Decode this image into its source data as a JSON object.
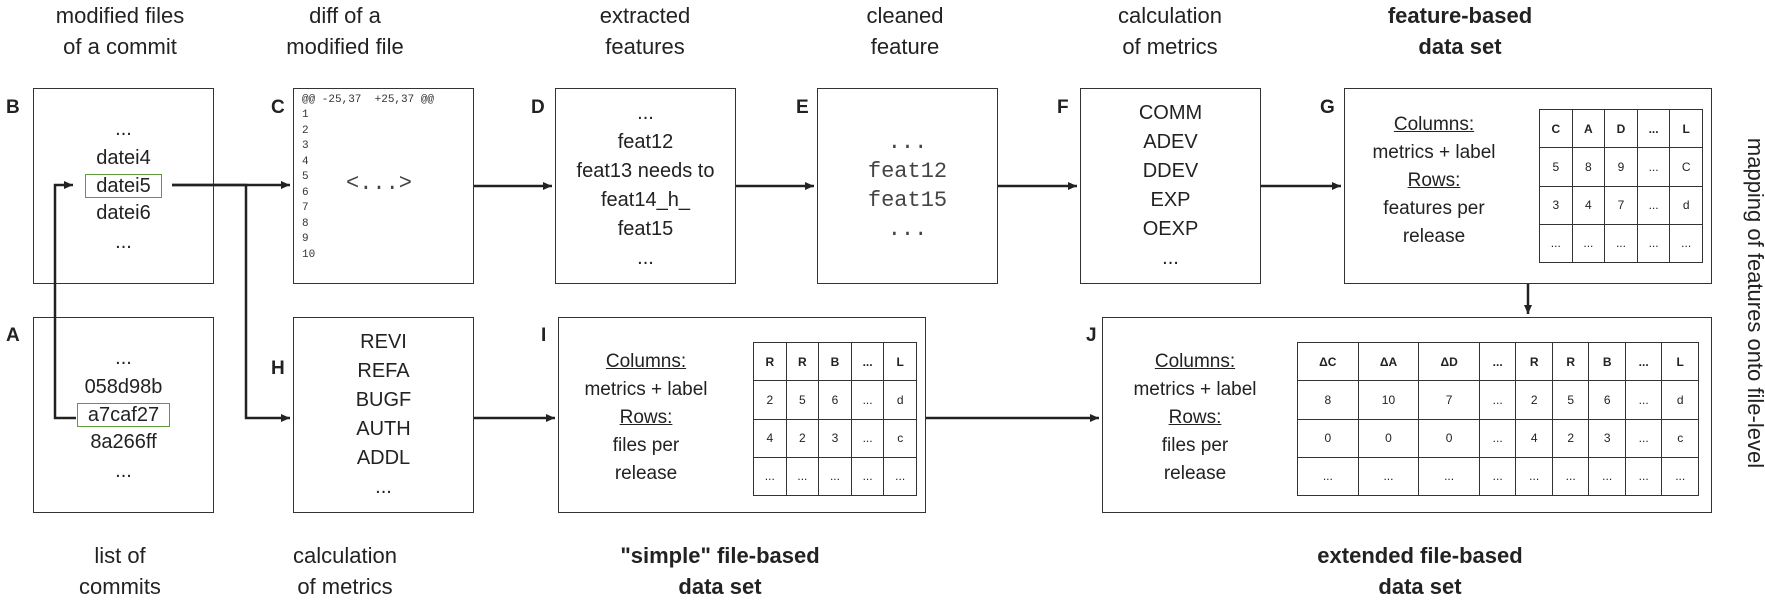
{
  "titles": {
    "b": [
      "modified files",
      "of a commit"
    ],
    "c": [
      "diff of a",
      "modified file"
    ],
    "d": [
      "extracted",
      "features"
    ],
    "e": [
      "cleaned",
      "feature"
    ],
    "f": [
      "calculation",
      "of metrics"
    ],
    "g": [
      "feature-based",
      "data set"
    ],
    "a": [
      "list of",
      "commits"
    ],
    "h": [
      "calculation",
      "of metrics"
    ],
    "i": [
      "\"simple\" file-based",
      "data set"
    ],
    "j": [
      "extended file-based",
      "data set"
    ]
  },
  "letters": {
    "a": "A",
    "b": "B",
    "c": "C",
    "d": "D",
    "e": "E",
    "f": "F",
    "g": "G",
    "h": "H",
    "i": "I",
    "j": "J"
  },
  "box_b": [
    "...",
    "datei4",
    "datei5",
    "datei6",
    "..."
  ],
  "box_a": [
    "...",
    "058d98b",
    "a7caf27",
    "8a266ff",
    "..."
  ],
  "box_c": {
    "header": "@@ -25,37  +25,37 @@",
    "lines": [
      "1",
      "2",
      "3",
      "4",
      "5",
      "6",
      "7",
      "8",
      "9",
      "10"
    ],
    "middle": "<...>"
  },
  "box_d": [
    "...",
    "feat12",
    "feat13 needs to",
    "feat14_h_",
    "feat15",
    "..."
  ],
  "box_e": [
    "...",
    "feat12",
    "feat15",
    "..."
  ],
  "box_f": [
    "COMM",
    "ADEV",
    "DDEV",
    "EXP",
    "OEXP",
    "..."
  ],
  "box_h": [
    "REVI",
    "REFA",
    "BUGF",
    "AUTH",
    "ADDL",
    "..."
  ],
  "desc_g": {
    "columns": "Columns:",
    "columns_val": "metrics + label",
    "rows": "Rows:",
    "rows_val": [
      "features per",
      "release"
    ]
  },
  "desc_i": {
    "columns": "Columns:",
    "columns_val": "metrics + label",
    "rows": "Rows:",
    "rows_val": [
      "files per",
      "release"
    ]
  },
  "desc_j": {
    "columns": "Columns:",
    "columns_val": "metrics + label",
    "rows": "Rows:",
    "rows_val": [
      "files per",
      "release"
    ]
  },
  "table_g": [
    [
      "C",
      "A",
      "D",
      "...",
      "L"
    ],
    [
      "5",
      "8",
      "9",
      "...",
      "C"
    ],
    [
      "3",
      "4",
      "7",
      "...",
      "d"
    ],
    [
      "...",
      "...",
      "...",
      "...",
      "..."
    ]
  ],
  "table_i": [
    [
      "R",
      "R",
      "B",
      "...",
      "L"
    ],
    [
      "2",
      "5",
      "6",
      "...",
      "d"
    ],
    [
      "4",
      "2",
      "3",
      "...",
      "c"
    ],
    [
      "...",
      "...",
      "...",
      "...",
      "..."
    ]
  ],
  "table_j": [
    [
      "ΔC",
      "ΔA",
      "ΔD",
      "...",
      "R",
      "R",
      "B",
      "...",
      "L"
    ],
    [
      "8",
      "10",
      "7",
      "...",
      "2",
      "5",
      "6",
      "...",
      "d"
    ],
    [
      "0",
      "0",
      "0",
      "...",
      "4",
      "2",
      "3",
      "...",
      "c"
    ],
    [
      "...",
      "...",
      "...",
      "...",
      "...",
      "...",
      "...",
      "...",
      "..."
    ]
  ],
  "side_label": "mapping of features onto file-level",
  "colors": {
    "stroke": "#333333",
    "highlight": "#5c9a3a"
  }
}
